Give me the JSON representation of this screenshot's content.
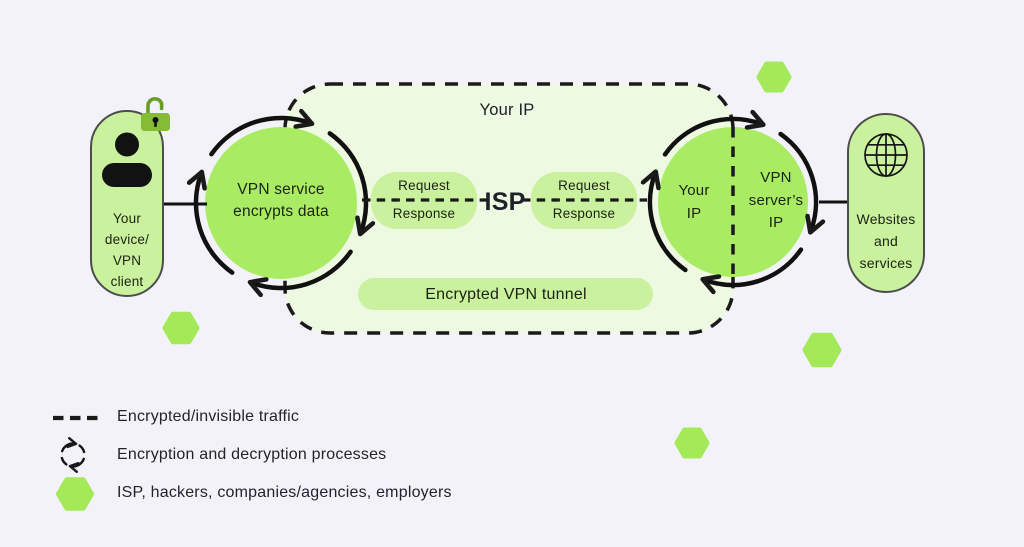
{
  "colors": {
    "background": "#f4f2f9",
    "circle_green": "#a9ec64",
    "hexagon_green": "#a4e958",
    "pill_light_green": "#c9f19e",
    "tunnel_fill": "#edf9e0",
    "line_black": "#1a1a1a",
    "pill_border": "#4d4d4d",
    "lock_body_green": "#84bd35",
    "lock_shackle_green": "#699e26"
  },
  "device_pill": {
    "label": "Your\ndevice/\nVPN\nclient",
    "icons": [
      "user-icon",
      "open-padlock-icon"
    ]
  },
  "encrypt_circle": {
    "label": "VPN service\nencrypts data"
  },
  "tunnel": {
    "top_label": "Your IP",
    "isp_label": "ISP",
    "tunnel_label": "Encrypted VPN tunnel",
    "request_pills": [
      {
        "request": "Request",
        "response": "Response"
      },
      {
        "request": "Request",
        "response": "Response"
      }
    ]
  },
  "ip_circle": {
    "left_label": "Your\nIP",
    "right_label": "VPN\nserver’s\nIP"
  },
  "websites_pill": {
    "label": "Websites\nand\nservices",
    "icon": "globe-icon"
  },
  "legend": {
    "items": [
      {
        "icon": "dashed-line-icon",
        "label": "Encrypted/invisible traffic"
      },
      {
        "icon": "cycle-arrows-icon",
        "label": "Encryption and decryption processes"
      },
      {
        "icon": "hexagon-icon",
        "label": "ISP, hackers, companies/agencies, employers"
      }
    ]
  }
}
